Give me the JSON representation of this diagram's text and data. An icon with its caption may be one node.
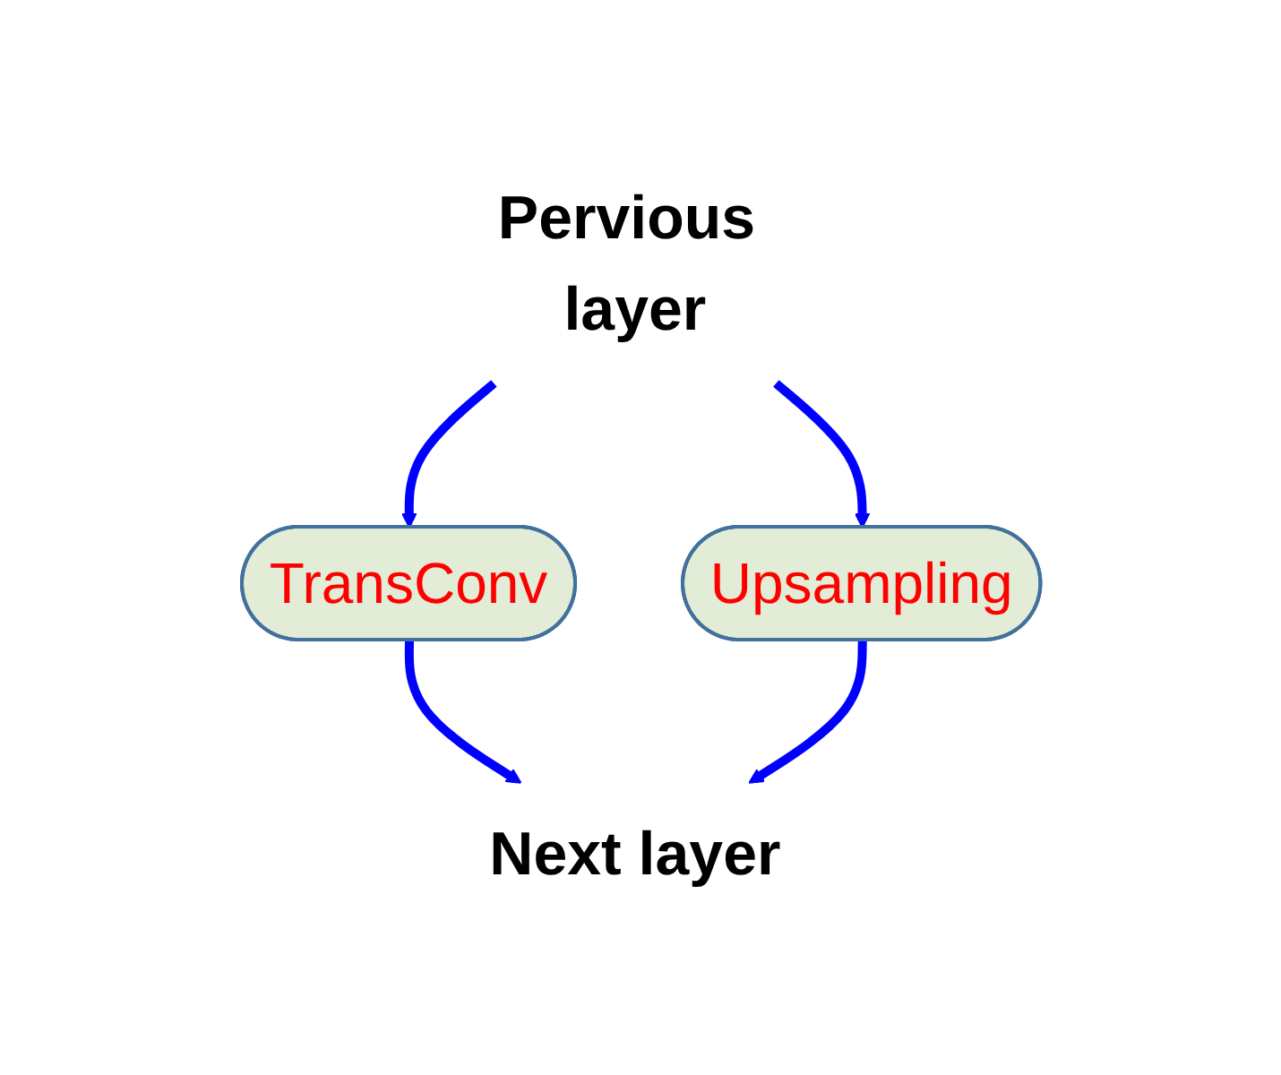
{
  "diagram": {
    "nodes": [
      {
        "text": [
          "Pervious layer"
        ]
      },
      {
        "text": [
          "TransConv"
        ]
      },
      {
        "text": [
          "Upsampling"
        ]
      },
      {
        "text": [
          "Next layer"
        ]
      }
    ],
    "edges": [
      {
        "from": 0,
        "to": 1,
        "arrow": "to"
      },
      {
        "from": 0,
        "to": 2,
        "arrow": "to"
      },
      {
        "from": 1,
        "to": 3,
        "arrow": "to"
      },
      {
        "from": 2,
        "to": 3,
        "arrow": "to"
      }
    ]
  }
}
